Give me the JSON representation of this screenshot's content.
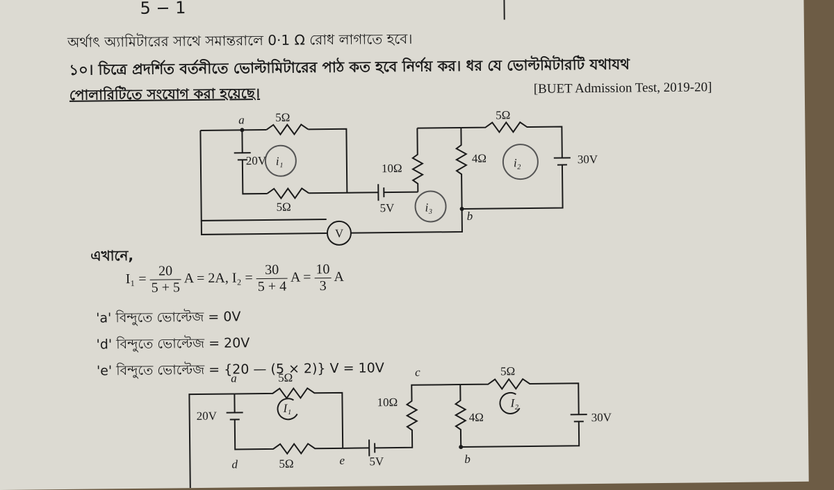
{
  "header_partial": "5 − 1",
  "line1": "অর্থাৎ অ্যামিটারের সাথে সমান্তরালে 0·1 Ω রোধ লাগাতে হবে।",
  "question": {
    "line_a": "১০। চিত্রে প্রদর্শিত বর্তনীতে ভোল্টামিটারের পাঠ কত হবে নির্ণয় কর। ধর যে ভোল্টমিটারটি যথাযথ",
    "line_b": "পোলারিটিতে সংযোগ করা হয়েছে।",
    "source": "[BUET Admission Test, 2019-20]"
  },
  "circuit1": {
    "labels": [
      "a",
      "5Ω",
      "5Ω",
      "20V",
      "10Ω",
      "5V",
      "4Ω",
      "30V",
      "5Ω",
      "b",
      "V"
    ],
    "handwritten": [
      "i₁",
      "i₂",
      "i₃"
    ]
  },
  "solution": {
    "here": "এখানে,",
    "i1_lhs": "I₁ =",
    "i1_num": "20",
    "i1_den": "5 + 5",
    "i1_rest": "A = 2A, I₂ =",
    "i2_num": "30",
    "i2_den": "5 + 4",
    "i2_mid": "A =",
    "i2_num2": "10",
    "i2_den2": "3",
    "i2_unit": "A",
    "bullet_a": "'a' বিন্দুতে ভোল্টেজ = 0V",
    "bullet_d": "'d' বিন্দুতে ভোল্টেজ = 20V",
    "bullet_e": "'e' বিন্দুতে ভোল্টেজ = {20 — (5 × 2)} V = 10V"
  },
  "circuit2": {
    "labels": [
      "a",
      "5Ω",
      "c",
      "5Ω",
      "20V",
      "10Ω",
      "I₁",
      "4Ω",
      "I₂",
      "30V",
      "d",
      "5Ω",
      "e",
      "5V",
      "b"
    ]
  }
}
